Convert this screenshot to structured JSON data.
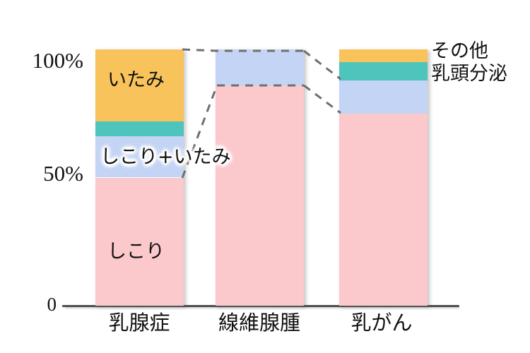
{
  "chart_data": {
    "type": "bar",
    "subtype": "stacked-100-percent",
    "title": "",
    "xlabel": "",
    "ylabel": "",
    "ylim": [
      0,
      100
    ],
    "ytick_labels": [
      "0",
      "50%",
      "100%"
    ],
    "ytick_values": [
      0,
      50,
      100
    ],
    "grid": false,
    "legend_position": "in-bar-and-right-annotation",
    "categories": [
      "乳腺症",
      "線維腺腫",
      "乳がん"
    ],
    "series": [
      {
        "name": "しこり",
        "color": "#fbc8cb",
        "values": [
          50,
          86,
          75
        ]
      },
      {
        "name": "しこり+いたみ",
        "color": "#c3d4f5",
        "values": [
          16,
          14,
          13
        ]
      },
      {
        "name": "乳頭分泌",
        "color": "#4dc4bc",
        "values": [
          6,
          0,
          7
        ]
      },
      {
        "name": "その他",
        "color": "#f9c35c",
        "values": [
          28,
          0,
          5
        ]
      }
    ],
    "annotations": [
      {
        "text": "いたみ",
        "target": "bar1-orange"
      },
      {
        "text": "しこり+いたみ",
        "target": "bar1-blue"
      },
      {
        "text": "しこり",
        "target": "bar1-pink"
      },
      {
        "text": "その他",
        "target": "bar3-orange"
      },
      {
        "text": "乳頭分泌",
        "target": "bar3-teal"
      }
    ],
    "connector_style": "dashed-gray"
  },
  "axis": {
    "y_top_label": "100%",
    "y_mid_label": "50%",
    "y_zero_label": "0"
  },
  "categories": {
    "c1": "乳腺症",
    "c2": "線維腺腫",
    "c3": "乳がん"
  },
  "inbar_labels": {
    "pain": "いたみ",
    "lump_plus_pain": "しこり+いたみ",
    "lump": "しこり"
  },
  "side_labels": {
    "other": "その他",
    "nipple_discharge": "乳頭分泌"
  },
  "colors": {
    "pink": "#fbc8cb",
    "blue": "#c3d4f5",
    "teal": "#4dc4bc",
    "orange": "#f9c35c",
    "axis": "#4f4f4f",
    "connector": "#6f6f6f"
  }
}
